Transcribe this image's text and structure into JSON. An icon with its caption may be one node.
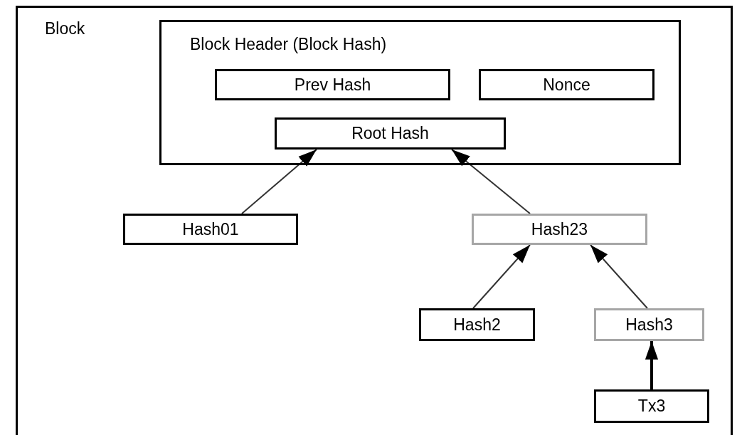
{
  "diagram": {
    "nodes": [
      {
        "text": [
          "Block"
        ]
      },
      {
        "text": [
          "Block Header (Block Hash)"
        ],
        "in": 0
      },
      {
        "text": [
          "Prev Hash"
        ],
        "in": 1
      },
      {
        "text": [
          "Nonce"
        ],
        "in": 1
      },
      {
        "text": [
          "Root Hash"
        ],
        "in": 1
      },
      {
        "text": [
          "Hash01"
        ],
        "in": 0
      },
      {
        "text": [
          "Hash23"
        ],
        "in": 0
      },
      {
        "text": [
          "Hash2"
        ],
        "in": 0
      },
      {
        "text": [
          "Hash3"
        ],
        "in": 0
      },
      {
        "text": [
          "Tx3"
        ],
        "in": 0
      }
    ],
    "edges": [
      {
        "from": 5,
        "to": 4,
        "arrow": "to"
      },
      {
        "from": 6,
        "to": 4,
        "arrow": "to"
      },
      {
        "from": 7,
        "to": 6,
        "arrow": "to"
      },
      {
        "from": 8,
        "to": 6,
        "arrow": "to"
      },
      {
        "from": 9,
        "to": 8,
        "arrow": "to",
        "style": "thick"
      }
    ]
  }
}
